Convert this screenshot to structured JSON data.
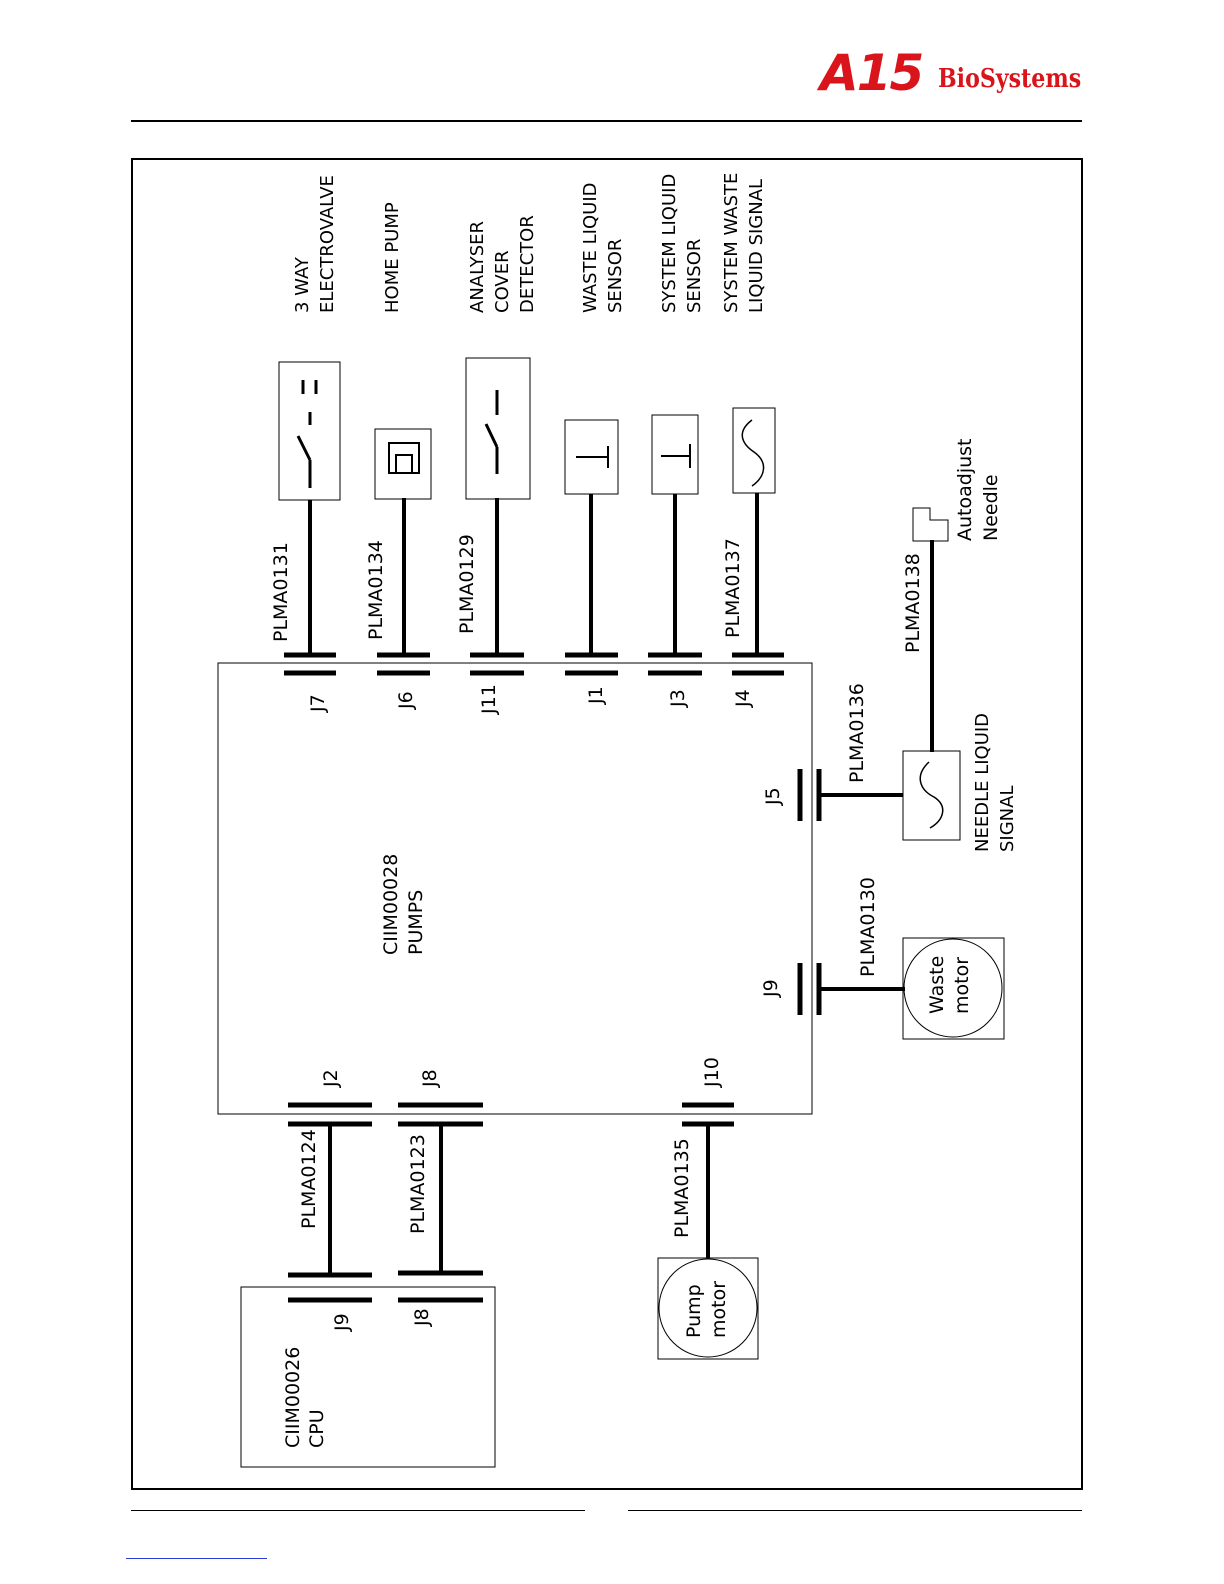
{
  "header": {
    "logo_mark": "A15",
    "brand": "BioSystems",
    "brand_color": "#d9141b"
  },
  "boards": {
    "pumps": {
      "line1": "CIIM00028",
      "line2": "PUMPS"
    },
    "cpu": {
      "line1": "CIIM00026",
      "line2": "CPU"
    }
  },
  "connectors": {
    "j7": "J7",
    "j6": "J6",
    "j11": "J11",
    "j1": "J1",
    "j3": "J3",
    "j4": "J4",
    "j5": "J5",
    "j9": "J9",
    "j2": "J2",
    "j8": "J8",
    "j10": "J10",
    "cpu_j9": "J9",
    "cpu_j8": "J8"
  },
  "cables": {
    "c131": "PLMA0131",
    "c134": "PLMA0134",
    "c129": "PLMA0129",
    "c137": "PLMA0137",
    "c138": "PLMA0138",
    "c136": "PLMA0136",
    "c130": "PLMA0130",
    "c124": "PLMA0124",
    "c123": "PLMA0123",
    "c135": "PLMA0135"
  },
  "components": {
    "electrovalve": {
      "line1": "3 WAY",
      "line2": "ELECTROVALVE"
    },
    "home_pump": {
      "line1": "HOME PUMP"
    },
    "cover_detector": {
      "line1": "ANALYSER",
      "line2": "COVER",
      "line3": "DETECTOR"
    },
    "waste_sensor": {
      "line1": "WASTE LIQUID",
      "line2": "SENSOR"
    },
    "system_sensor": {
      "line1": "SYSTEM LIQUID",
      "line2": "SENSOR"
    },
    "waste_signal": {
      "line1": "SYSTEM WASTE",
      "line2": "LIQUID SIGNAL"
    },
    "autoadjust": {
      "line1": "Autoadjust",
      "line2": "Needle"
    },
    "needle_signal": {
      "line1": "NEEDLE LIQUID",
      "line2": "SIGNAL"
    },
    "waste_motor": {
      "line1": "Waste",
      "line2": "motor"
    },
    "pump_motor": {
      "line1": "Pump",
      "line2": "motor"
    }
  }
}
